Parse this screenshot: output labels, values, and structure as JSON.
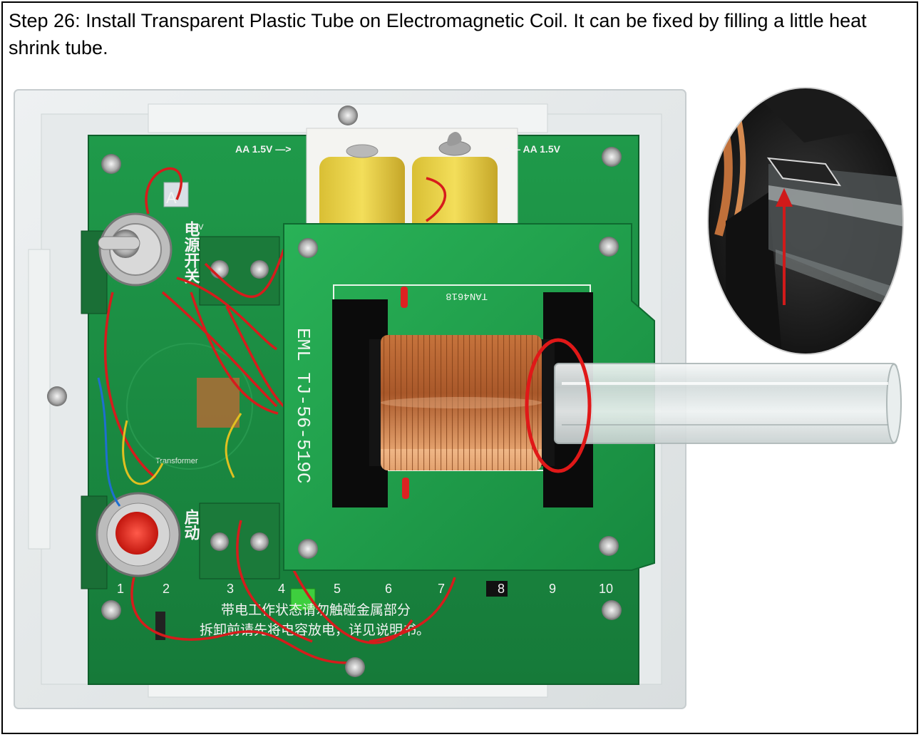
{
  "caption": "Step 26: Install Transparent Plastic Tube on Electromagnetic Coil. It can be fixed by filling a little heat shrink tube.",
  "board_labels": {
    "battery_left": "AA 1.5V —>",
    "battery_right": "<— AA 1.5V",
    "coil_board_text": "TAN4618",
    "coil_model": "EML  TJ-56-519C",
    "switch_letter": "A",
    "switch_voltage": "3V",
    "switch_cn": "电源开关",
    "button_cn": "启动",
    "terminal_nums": [
      "1",
      "2",
      "3",
      "4",
      "5",
      "6",
      "7",
      "8",
      "9",
      "10"
    ],
    "bottom_cn_1": "带电工作状态请勿触碰金属部分",
    "bottom_cn_2": "拆卸前请先将电容放电，详见说明书。",
    "transformer_label": "Transformer"
  },
  "annotations": {
    "highlight_color": "#e01818",
    "arrow_color": "#d01a1a"
  }
}
